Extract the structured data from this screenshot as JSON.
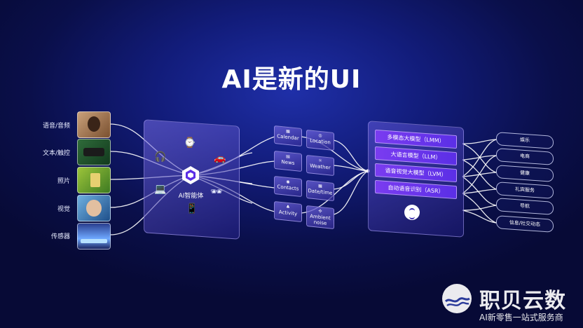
{
  "title": "AI是新的UI",
  "inputs": [
    {
      "label": "语音/音频"
    },
    {
      "label": "文本/触控"
    },
    {
      "label": "照片"
    },
    {
      "label": "视觉"
    },
    {
      "label": "传感器"
    }
  ],
  "hub": {
    "label": "AI智能体"
  },
  "context_left": [
    {
      "label": "Calendar",
      "icon": "calendar-icon"
    },
    {
      "label": "News",
      "icon": "news-icon"
    },
    {
      "label": "Contacts",
      "icon": "contacts-icon"
    },
    {
      "label": "Activity",
      "icon": "activity-icon"
    }
  ],
  "context_right": [
    {
      "label": "Location",
      "icon": "location-icon"
    },
    {
      "label": "Weather",
      "icon": "weather-icon"
    },
    {
      "label": "Date/time",
      "icon": "clock-icon"
    },
    {
      "label": "Ambient noise",
      "icon": "noise-icon"
    }
  ],
  "models": [
    {
      "label": "多模态大模型（LMM）"
    },
    {
      "label": "大语言模型（LLM）"
    },
    {
      "label": "语音视觉大模型（LVM）"
    },
    {
      "label": "自动语音识别（ASR）"
    }
  ],
  "outputs": [
    {
      "label": "娱乐"
    },
    {
      "label": "电商"
    },
    {
      "label": "健康"
    },
    {
      "label": "礼宾服务"
    },
    {
      "label": "导航"
    },
    {
      "label": "信息/社交动态"
    }
  ],
  "watermark": {
    "title": "职贝云数",
    "subtitle": "AI新零售一站式服务商"
  },
  "colors": {
    "background": "#0a0f4a",
    "accent": "#7a3cf0",
    "wire": "#ffffff"
  }
}
